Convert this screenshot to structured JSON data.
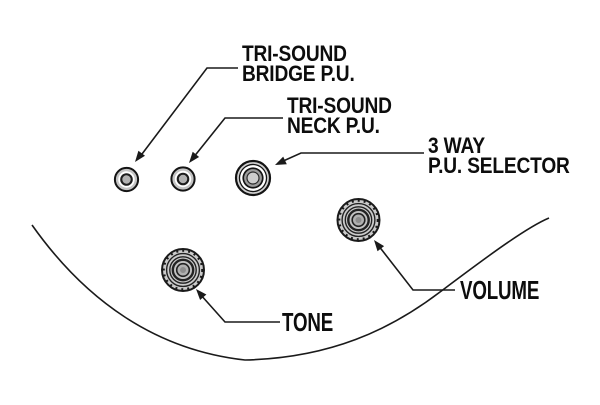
{
  "diagram": {
    "title": "guitar-controls-callout-diagram",
    "background": "#ffffff",
    "ink_color": "#1a1a1a",
    "knob_fill": "#c9c9c9",
    "knob_center_fill": "#b0b0b0",
    "labels": {
      "bridge": {
        "line1": "TRI-SOUND",
        "line2": "BRIDGE P.U."
      },
      "neck": {
        "line1": "TRI-SOUND",
        "line2": "NECK P.U."
      },
      "selector": {
        "line1": "3 WAY",
        "line2": "P.U. SELECTOR"
      },
      "volume": "VOLUME",
      "tone": "TONE"
    },
    "knobs": [
      {
        "name": "tri-sound-bridge-pickup-switch"
      },
      {
        "name": "tri-sound-neck-pickup-switch"
      },
      {
        "name": "3-way-pickup-selector"
      },
      {
        "name": "volume-knob"
      },
      {
        "name": "tone-knob"
      }
    ]
  }
}
